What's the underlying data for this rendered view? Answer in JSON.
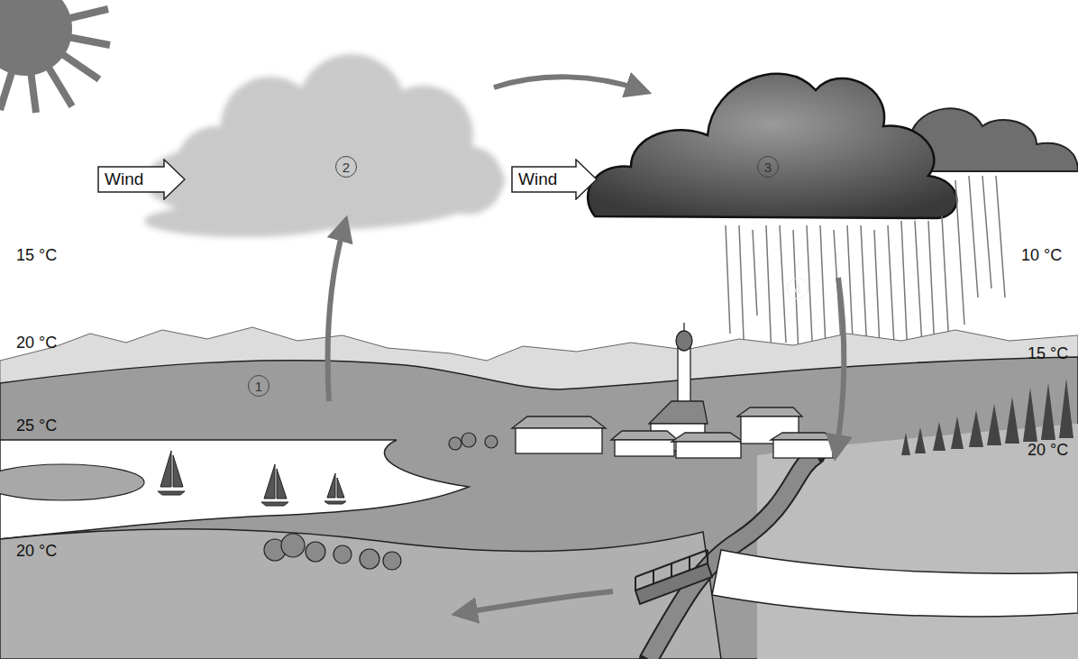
{
  "diagram": {
    "nodes": [
      {
        "text": [
          "Wind"
        ]
      },
      {
        "text": [
          "Wind"
        ]
      }
    ],
    "labels": [
      "2",
      "3",
      "15 °C",
      "10 °C",
      "4",
      "20 °C",
      "1",
      "15 °C",
      "25 °C",
      "20 °C",
      "20 °C"
    ]
  }
}
